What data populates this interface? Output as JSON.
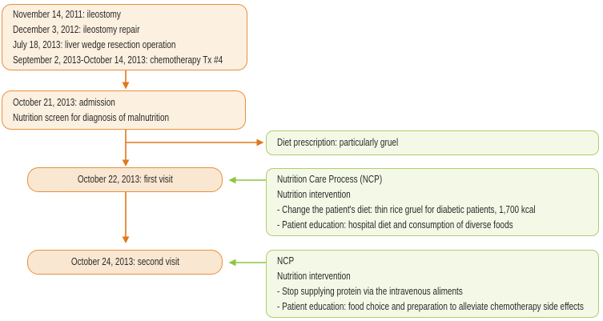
{
  "diagram": {
    "type": "flowchart",
    "colors": {
      "orange_border": "#e8903e",
      "orange_fill_light": "#fcf0e0",
      "orange_fill_dark": "#f9e7d2",
      "orange_arrow": "#e07818",
      "green_border": "#b2cc6e",
      "green_fill": "#f4f8e7",
      "green_arrow": "#8cc63f",
      "text": "#2b2a29"
    },
    "boxes": {
      "history": {
        "lines": [
          "November 14, 2011: ileostomy",
          "December 3, 2012: ileostomy repair",
          "July 18, 2013: liver wedge resection operation",
          "September 2, 2013-October 14, 2013: chemotherapy Tx #4"
        ]
      },
      "admission": {
        "lines": [
          "October 21, 2013: admission",
          "Nutrition screen for diagnosis of malnutrition"
        ]
      },
      "first_visit": {
        "label": "October 22, 2013: first visit"
      },
      "second_visit": {
        "label": "October 24, 2013: second visit"
      },
      "diet_prescription": {
        "label": "Diet prescription: particularly gruel"
      },
      "ncp_first": {
        "lines": [
          "Nutrition Care Process (NCP)",
          "Nutrition intervention",
          "- Change the patient's diet: thin rice gruel for diabetic patients, 1,700 kcal",
          "- Patient education: hospital diet and consumption of diverse foods"
        ]
      },
      "ncp_second": {
        "lines": [
          "NCP",
          "Nutrition intervention",
          "- Stop supplying protein via the intravenous aliments",
          "- Patient education: food choice and preparation to alleviate chemotherapy side effects"
        ]
      }
    }
  }
}
